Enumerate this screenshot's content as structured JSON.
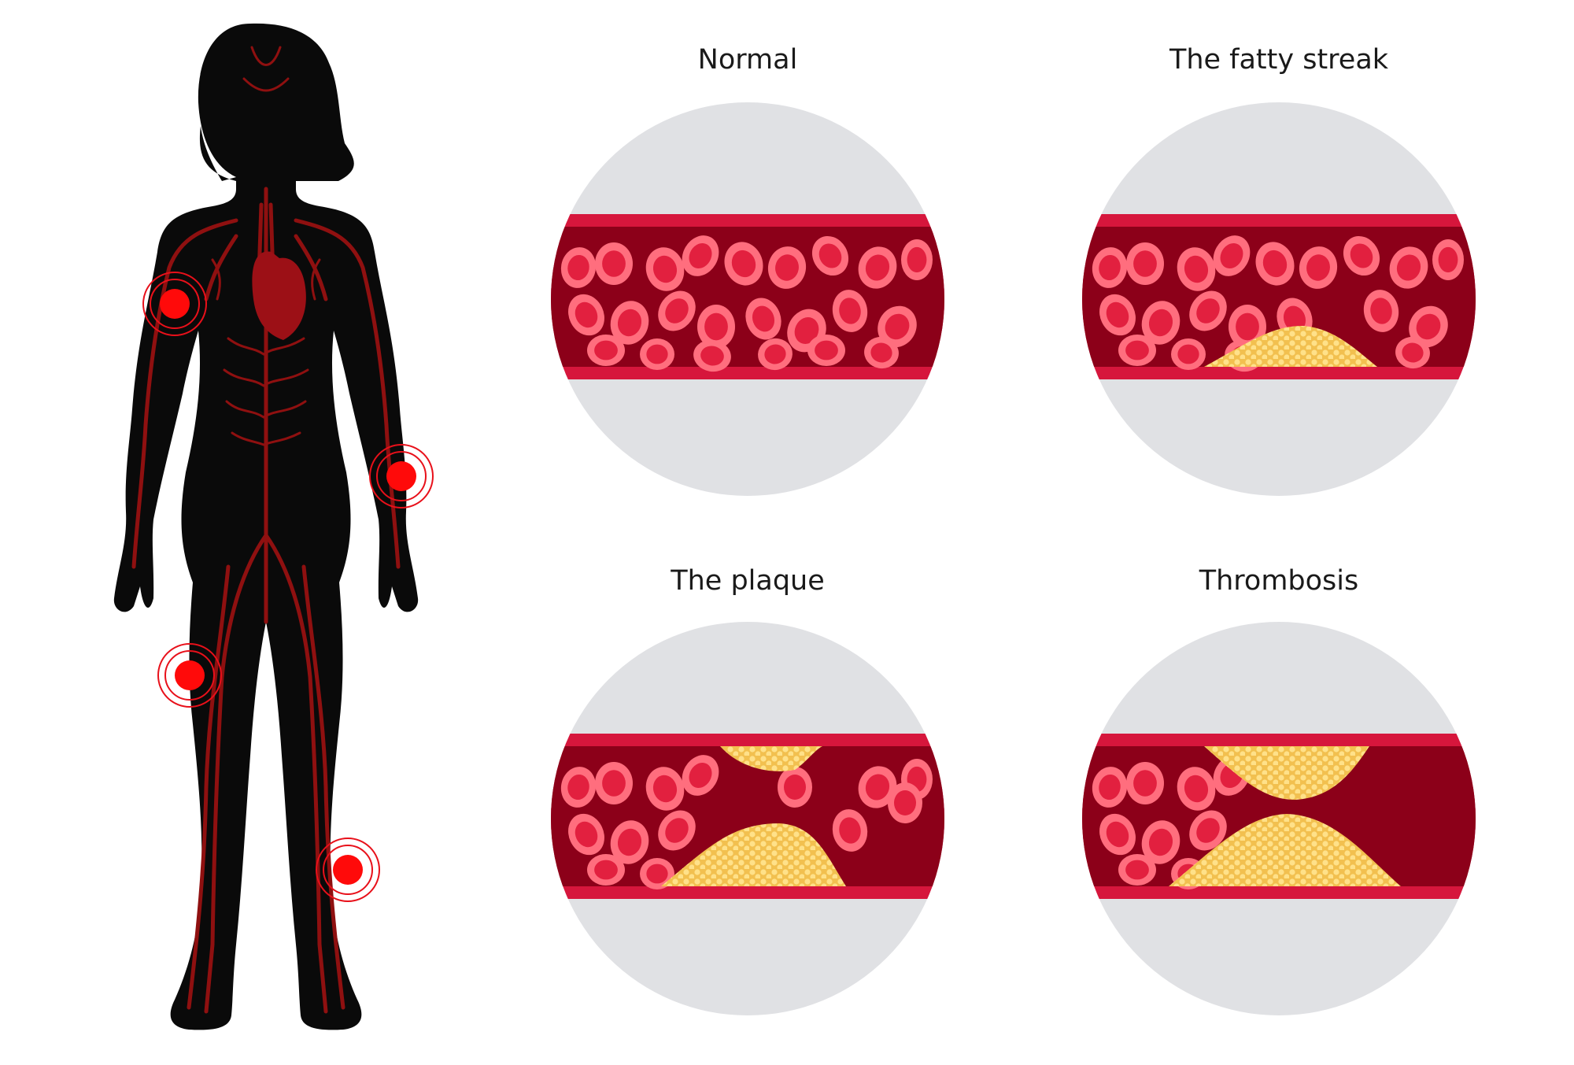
{
  "body_figure": {
    "pain_points": 4
  },
  "panels": [
    {
      "id": "normal",
      "label": "Normal",
      "stage": 0
    },
    {
      "id": "fatty-streak",
      "label": "The fatty streak",
      "stage": 1
    },
    {
      "id": "plaque",
      "label": "The plaque",
      "stage": 2
    },
    {
      "id": "thrombosis",
      "label": "Thrombosis",
      "stage": 3
    }
  ],
  "colors": {
    "background": "#ffffff",
    "circle": "#e0e1e4",
    "vessel_wall": "#d6163c",
    "vessel_lumen": "#8c0019",
    "rbc_outer": "#ff6e7e",
    "rbc_inner": "#e2203f",
    "plaque": "#f2c04f",
    "plaque_dots": "#ffe189",
    "silhouette": "#0a0a0a",
    "vessels": "#8f1010",
    "heart": "#9c1016",
    "pain_dot": "#ff0a0a"
  }
}
